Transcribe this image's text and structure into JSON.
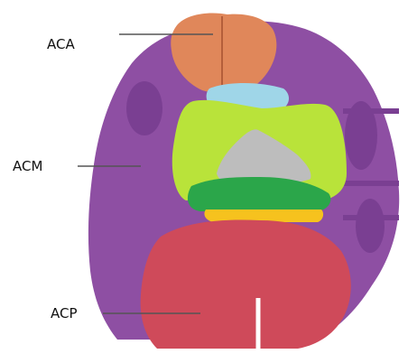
{
  "labels": {
    "aca": "ACA",
    "acm": "ACM",
    "acp": "ACP"
  },
  "colors": {
    "aca_territory": "#E0875A",
    "acm_territory": "#8E4FA3",
    "acp_territory": "#CF4A5A",
    "central_lime": "#B9E33A",
    "central_light_blue": "#9FD6E8",
    "central_gray": "#BDBDBD",
    "central_green": "#2BA64A",
    "central_yellow": "#F6C21E",
    "line": "#555555"
  }
}
